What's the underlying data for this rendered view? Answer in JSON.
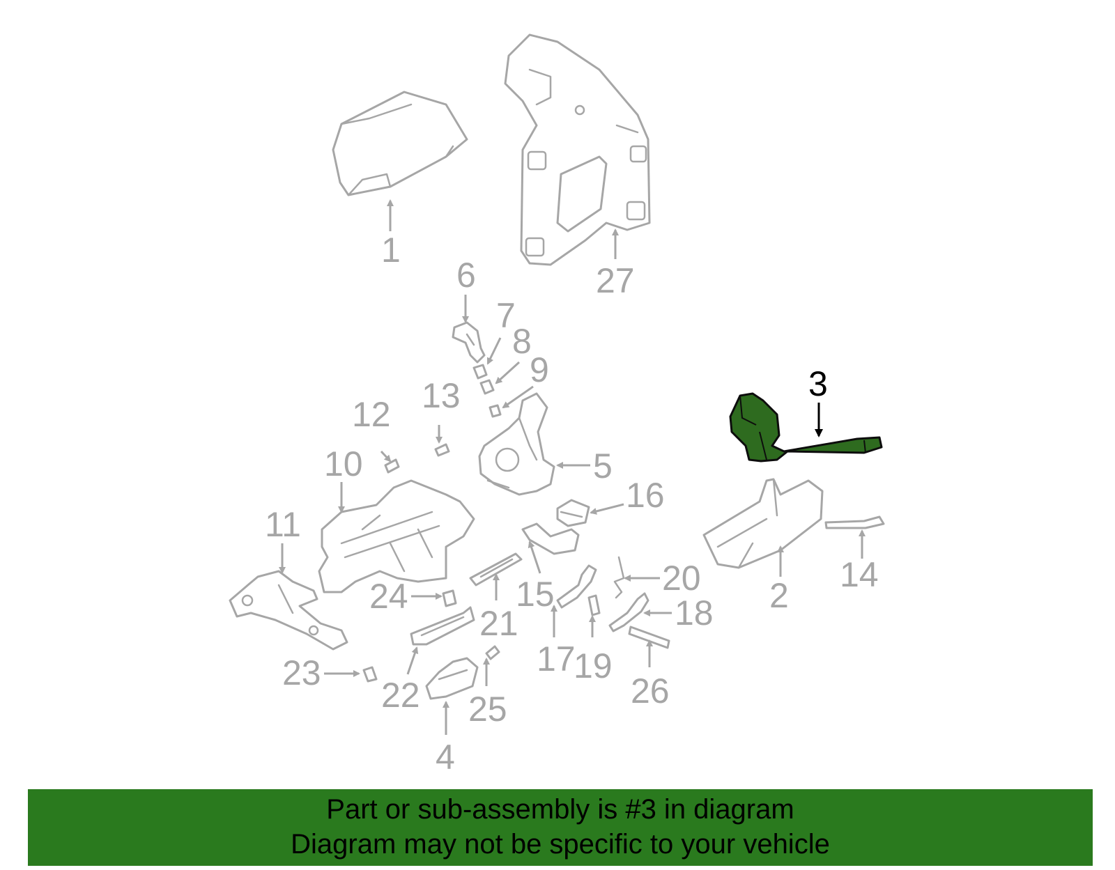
{
  "diagram": {
    "highlighted_callout": "3",
    "callouts": [
      "1",
      "2",
      "3",
      "4",
      "5",
      "6",
      "7",
      "8",
      "9",
      "10",
      "11",
      "12",
      "13",
      "14",
      "15",
      "16",
      "17",
      "18",
      "19",
      "20",
      "21",
      "22",
      "23",
      "24",
      "25",
      "26",
      "27"
    ]
  },
  "banner": {
    "line1": "Part or sub-assembly is #3 in diagram",
    "line2": "Diagram may not be specific to your vehicle"
  },
  "colors": {
    "banner_background": "#2a7a1e",
    "highlight_part": "#2e6b1f",
    "inactive_parts": "#a6a6a6"
  }
}
